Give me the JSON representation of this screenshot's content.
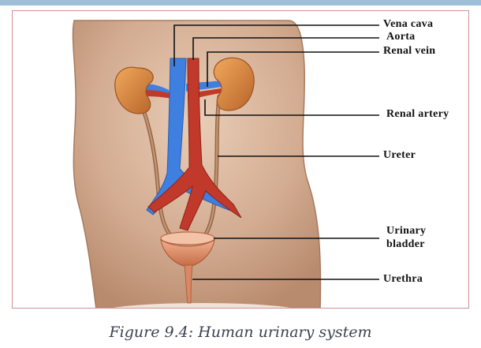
{
  "labels": {
    "vena_cava": "Vena cava",
    "aorta": "Aorta",
    "renal_vein": "Renal vein",
    "renal_artery": "Renal artery",
    "ureter": "Ureter",
    "urinary_bladder_line1": "Urinary",
    "urinary_bladder_line2": "bladder",
    "urethra": "Urethra"
  },
  "caption": "Figure 9.4: Human urinary system",
  "colors": {
    "body_skin": "#c79a7e",
    "kidney": "#d98a3c",
    "vein": "#3f7fe0",
    "artery": "#c0392b",
    "ureter": "#a97a55",
    "bladder": "#e8a47c",
    "frame_border": "#d18f95",
    "top_strip": "#9fbfd8"
  }
}
